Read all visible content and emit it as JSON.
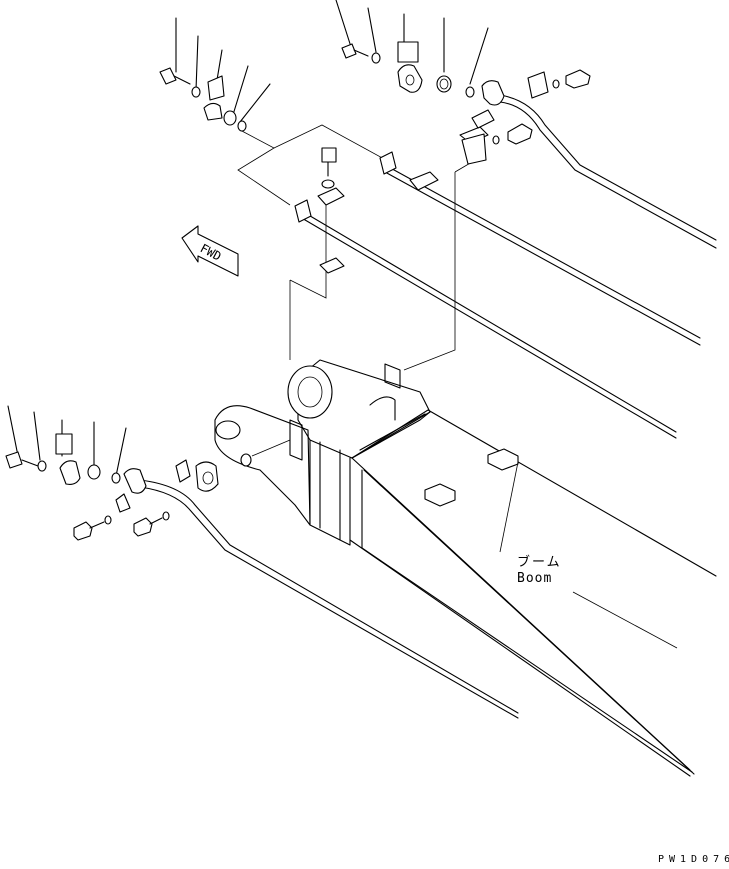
{
  "labels": {
    "fwd": "FWD",
    "boom_jp": "ブーム",
    "boom_en": "Boom",
    "drawing_code": "PW1D076"
  }
}
